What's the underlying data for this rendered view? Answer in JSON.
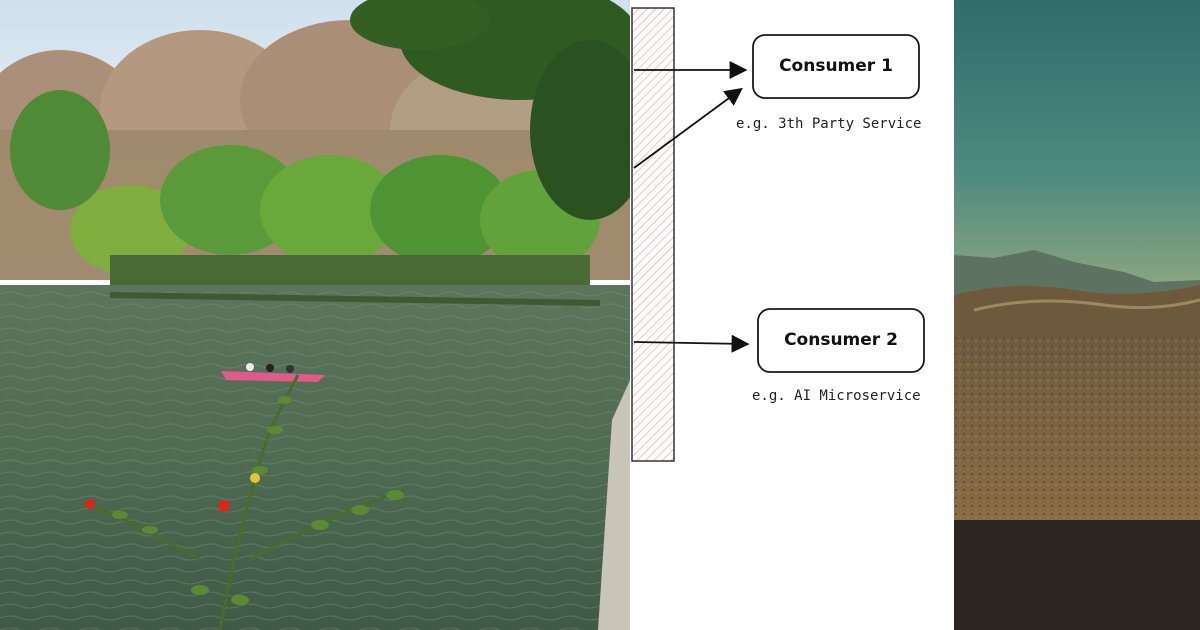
{
  "diagram": {
    "consumers": [
      {
        "label": "Consumer 1",
        "caption": "e.g. 3th Party Service"
      },
      {
        "label": "Consumer 2",
        "caption": "e.g. AI Microservice"
      }
    ]
  },
  "colors": {
    "water": "#4f6b52",
    "sky_teal": "#3e7d78",
    "desert_sand": "#7e6544",
    "box_stroke": "#1a1a1a"
  }
}
